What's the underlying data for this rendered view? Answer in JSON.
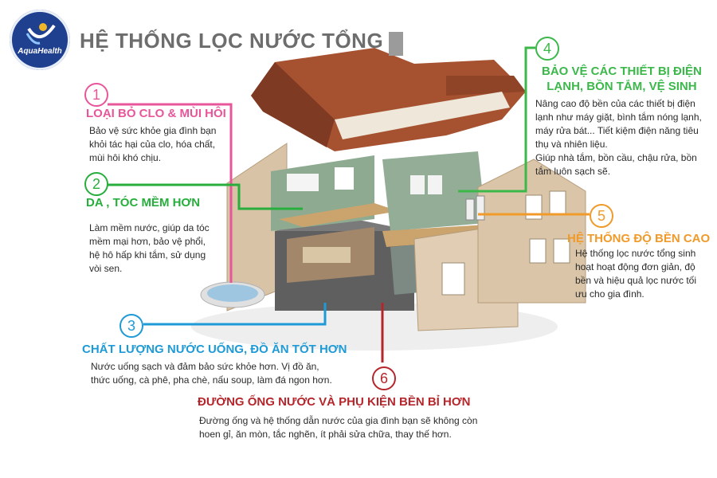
{
  "brand": {
    "logo_text": "AquaHealth"
  },
  "title": "HỆ THỐNG LỌC NƯỚC TỔNG",
  "colors": {
    "pink": "#e8569a",
    "green": "#27ae3c",
    "teal": "#1e9ad6",
    "lime": "#3cb84a",
    "orange": "#f09a2a",
    "red": "#b5262c",
    "title": "#6d6d6d"
  },
  "benefits": [
    {
      "number": "1",
      "heading": "LOẠI BỎ CLO & MÙI HÔI",
      "lines": [
        "Bảo vệ sức khỏe gia đình bạn",
        "khỏi tác hại của clo, hóa chất,",
        "mùi hôi khó chịu."
      ]
    },
    {
      "number": "2",
      "heading": "DA , TÓC MỀM HƠN",
      "lines": [
        "Làm mềm nước, giúp da tóc",
        "mềm mại hơn, bảo vệ phổi,",
        "hệ hô hấp khi tắm, sử dụng",
        "vòi sen."
      ]
    },
    {
      "number": "3",
      "heading": "CHẤT LƯỢNG NƯỚC UỐNG, ĐỒ ĂN TỐT HƠN",
      "lines": [
        "Nước uống sạch và đảm bảo sức khỏe hơn. Vị đồ ăn,",
        "thức uống, cà phê, pha chè, nấu soup, làm đá ngon hơn."
      ]
    },
    {
      "number": "4",
      "heading_lines": [
        "BẢO VỆ CÁC THIẾT BỊ ĐIỆN",
        "LẠNH, BỒN TẮM, VỆ SINH"
      ],
      "lines": [
        "Nâng cao độ bền của các thiết bị điện",
        "lạnh như máy giặt, bình tắm nóng lạnh,",
        "máy rửa bát... Tiết kiệm điện năng tiêu",
        "thụ và nhiên liệu.",
        "Giúp nhà tắm, bồn cầu, chậu rửa, bồn",
        "tắm luôn sạch sẽ."
      ]
    },
    {
      "number": "5",
      "heading": "HỆ THỐNG ĐỘ BỀN CAO",
      "lines": [
        "Hệ thống lọc nước tổng sinh",
        "hoạt hoạt động đơn giản, độ",
        "bền và hiệu quả lọc nước tối",
        "ưu cho gia đình."
      ]
    },
    {
      "number": "6",
      "heading": "ĐƯỜNG ỐNG NƯỚC VÀ PHỤ KIỆN BỀN BỈ HƠN",
      "lines": [
        "Đường ống và hệ thống dẫn nước của gia đình bạn sẽ không còn",
        "hoen gỉ, ăn mòn, tắc nghẽn, ít phải sửa chữa, thay thế hơn."
      ]
    }
  ]
}
